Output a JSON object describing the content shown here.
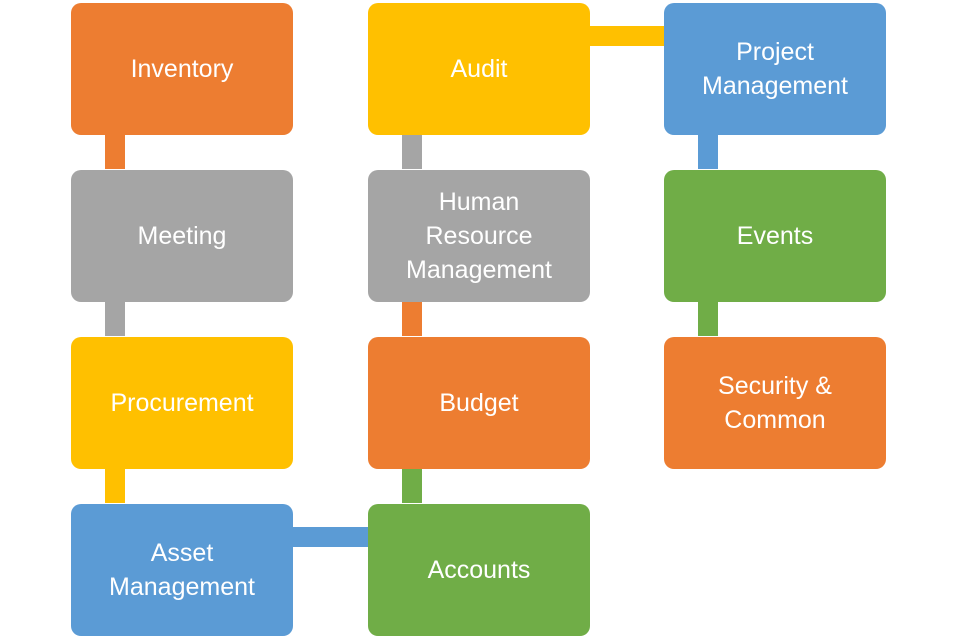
{
  "colors": {
    "orange": "#ED7D31",
    "gray": "#A5A5A5",
    "yellow": "#FFC000",
    "blue": "#5B9BD5",
    "green": "#70AD47"
  },
  "modules": [
    {
      "label": "Inventory",
      "color": "#ED7D31"
    },
    {
      "label": "Meeting",
      "color": "#A5A5A5"
    },
    {
      "label": "Procurement",
      "color": "#FFC000"
    },
    {
      "label": "Asset\nManagement",
      "color": "#5B9BD5"
    },
    {
      "label": "Audit",
      "color": "#FFC000"
    },
    {
      "label": "Human\nResource\nManagement",
      "color": "#A5A5A5"
    },
    {
      "label": "Budget",
      "color": "#ED7D31"
    },
    {
      "label": "Accounts",
      "color": "#70AD47"
    },
    {
      "label": "Project\nManagement",
      "color": "#5B9BD5"
    },
    {
      "label": "Events",
      "color": "#70AD47"
    },
    {
      "label": "Security &\nCommon",
      "color": "#ED7D31"
    }
  ],
  "connectors": [
    {
      "from": "Inventory",
      "to": "Meeting",
      "color": "#ED7D31"
    },
    {
      "from": "Meeting",
      "to": "Procurement",
      "color": "#A5A5A5"
    },
    {
      "from": "Procurement",
      "to": "Asset Management",
      "color": "#FFC000"
    },
    {
      "from": "Asset Management",
      "to": "Accounts",
      "color": "#5B9BD5"
    },
    {
      "from": "Accounts",
      "to": "Budget",
      "color": "#70AD47"
    },
    {
      "from": "Budget",
      "to": "Human Resource Management",
      "color": "#ED7D31"
    },
    {
      "from": "Human Resource Management",
      "to": "Audit",
      "color": "#A5A5A5"
    },
    {
      "from": "Audit",
      "to": "Project Management",
      "color": "#FFC000"
    },
    {
      "from": "Project Management",
      "to": "Events",
      "color": "#5B9BD5"
    },
    {
      "from": "Events",
      "to": "Security & Common",
      "color": "#70AD47"
    }
  ]
}
